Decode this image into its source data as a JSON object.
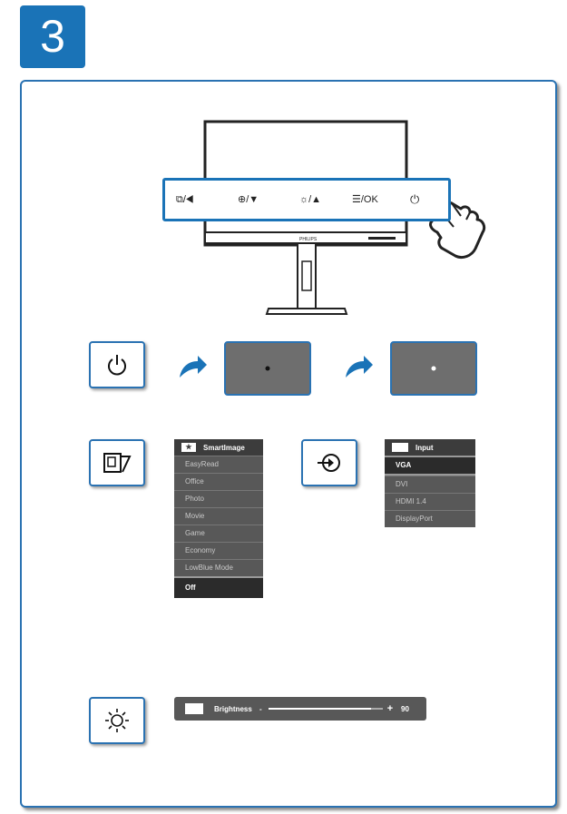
{
  "step_number": "3",
  "buttons": {
    "menu": "⧉/◀",
    "input": "⊕/▼",
    "brightness": "☼/▲",
    "ok": "☰/OK",
    "power": "⏻"
  },
  "monitor_brand": "PHILIPS",
  "smartimage_menu": {
    "title": "SmartImage",
    "items": [
      "EasyRead",
      "Office",
      "Photo",
      "Movie",
      "Game",
      "Economy",
      "LowBlue Mode",
      "Off"
    ],
    "selected": "Off"
  },
  "input_menu": {
    "title": "Input",
    "items": [
      "VGA",
      "DVI",
      "HDMI 1.4",
      "DisplayPort"
    ],
    "selected": "VGA"
  },
  "brightness_bar": {
    "label": "Brightness",
    "minus": "-",
    "plus": "+",
    "value": "90",
    "level": 0.9
  },
  "colors": {
    "accent": "#1a73b7",
    "panel_off": "#6e6e6e",
    "dot_off": "#111111",
    "dot_on": "#ffffff"
  }
}
